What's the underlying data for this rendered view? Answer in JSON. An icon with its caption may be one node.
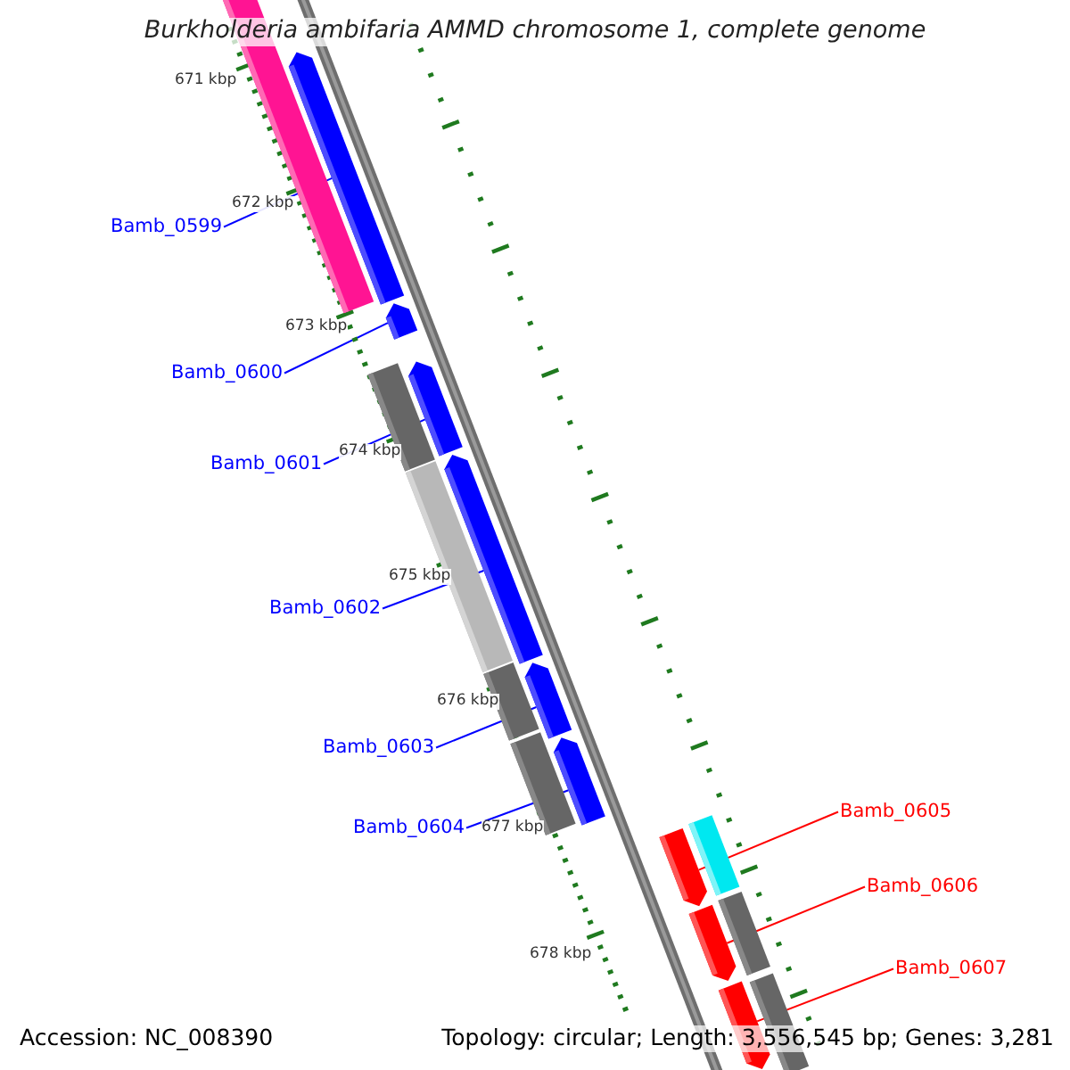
{
  "diagram": {
    "title": "Burkholderia ambifaria AMMD chromosome 1, complete genome",
    "nodes": [
      {
        "text": [
          "Bamb_0599"
        ]
      },
      {
        "text": [
          "Bamb_0600"
        ]
      },
      {
        "text": [
          "Bamb_0601"
        ]
      },
      {
        "text": [
          "Bamb_0602"
        ]
      },
      {
        "text": [
          "Bamb_0603"
        ]
      },
      {
        "text": [
          "Bamb_0604"
        ]
      },
      {
        "text": [
          "Bamb_0605"
        ]
      },
      {
        "text": [
          "Bamb_0606"
        ]
      },
      {
        "text": [
          "Bamb_0607"
        ]
      },
      {
        "text": [],
        "shape": "bar"
      },
      {
        "text": [],
        "shape": "bar"
      },
      {
        "text": [],
        "shape": "bar"
      },
      {
        "text": [],
        "shape": "bar"
      },
      {
        "text": [],
        "shape": "bar"
      },
      {
        "text": [],
        "shape": "bar"
      },
      {
        "text": [],
        "shape": "bar"
      },
      {
        "text": [],
        "shape": "bar"
      },
      {
        "text": [],
        "shape": "bar"
      }
    ],
    "edges": [
      {
        "from": 0,
        "to": 9,
        "arrow": "none"
      },
      {
        "from": 1,
        "to": 10,
        "arrow": "none"
      },
      {
        "from": 2,
        "to": 11,
        "arrow": "none"
      },
      {
        "from": 3,
        "to": 12,
        "arrow": "none"
      },
      {
        "from": 4,
        "to": 13,
        "arrow": "none"
      },
      {
        "from": 5,
        "to": 14,
        "arrow": "none"
      },
      {
        "from": 6,
        "to": 15,
        "arrow": "none",
        "color": "#ff0000"
      },
      {
        "from": 7,
        "to": 16,
        "arrow": "none",
        "color": "#ff0000"
      },
      {
        "from": 8,
        "to": 17,
        "arrow": "none",
        "color": "#ff0000"
      }
    ],
    "labels": [
      "671 kbp",
      "672 kbp",
      "673 kbp",
      "674 kbp",
      "675 kbp",
      "676 kbp",
      "677 kbp",
      "678 kbp",
      "Accession: NC_008390",
      "Topology: circular; Length: 3,556,545 bp; Genes: 3,281"
    ]
  }
}
